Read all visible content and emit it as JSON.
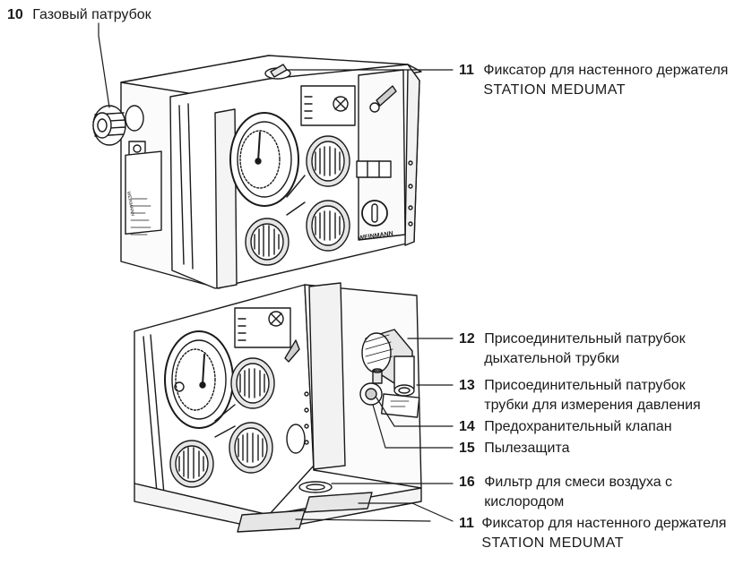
{
  "callouts": [
    {
      "num": "10",
      "lines": [
        "Газовый патрубок"
      ]
    },
    {
      "num": "11",
      "lines": [
        "Фиксатор для настенного держателя",
        "STATION MEDUMAT"
      ]
    },
    {
      "num": "12",
      "lines": [
        "Присоединительный патрубок",
        "дыхательной трубки"
      ]
    },
    {
      "num": "13",
      "lines": [
        "Присоединительный патрубок",
        "трубки для измерения давления"
      ]
    },
    {
      "num": "14",
      "lines": [
        "Предохранительный клапан"
      ]
    },
    {
      "num": "15",
      "lines": [
        "Пылезащита"
      ]
    },
    {
      "num": "16",
      "lines": [
        "Фильтр для смеси воздуха с",
        "кислородом"
      ]
    },
    {
      "num": "11",
      "lines": [
        "Фиксатор для настенного держателя",
        "STATION MEDUMAT"
      ]
    }
  ],
  "device": {
    "brand_front": "WEINMANN",
    "brand_plate": "WEINMANN"
  }
}
